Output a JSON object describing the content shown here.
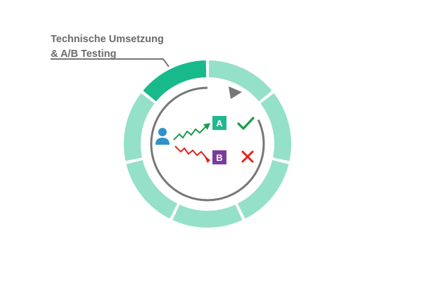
{
  "label": {
    "line1": "Technische Umsetzung",
    "line2": "& A/B Testing"
  },
  "variants": {
    "a": {
      "letter": "A",
      "result": "success"
    },
    "b": {
      "letter": "B",
      "result": "failure"
    }
  },
  "icons": {
    "user": "person-icon",
    "trend_up": "zigzag-up-arrow-icon",
    "trend_down": "zigzag-down-arrow-icon",
    "success": "checkmark-icon",
    "failure": "cross-icon",
    "cycle": "circular-arrow-icon"
  },
  "colors": {
    "highlight_segment": "#18b98a",
    "segment": "#95e0c8",
    "variant_a": "#1fb98e",
    "variant_b": "#7b3b9b",
    "trend_up": "#1e9a4c",
    "trend_down": "#e2231f",
    "check": "#1e9a4c",
    "cross": "#e2231f",
    "user": "#2f93c8",
    "cycle_arrow": "#777777",
    "label_text": "#6b6b6b"
  },
  "ring": {
    "segment_count": 7,
    "highlighted_index": 0
  }
}
